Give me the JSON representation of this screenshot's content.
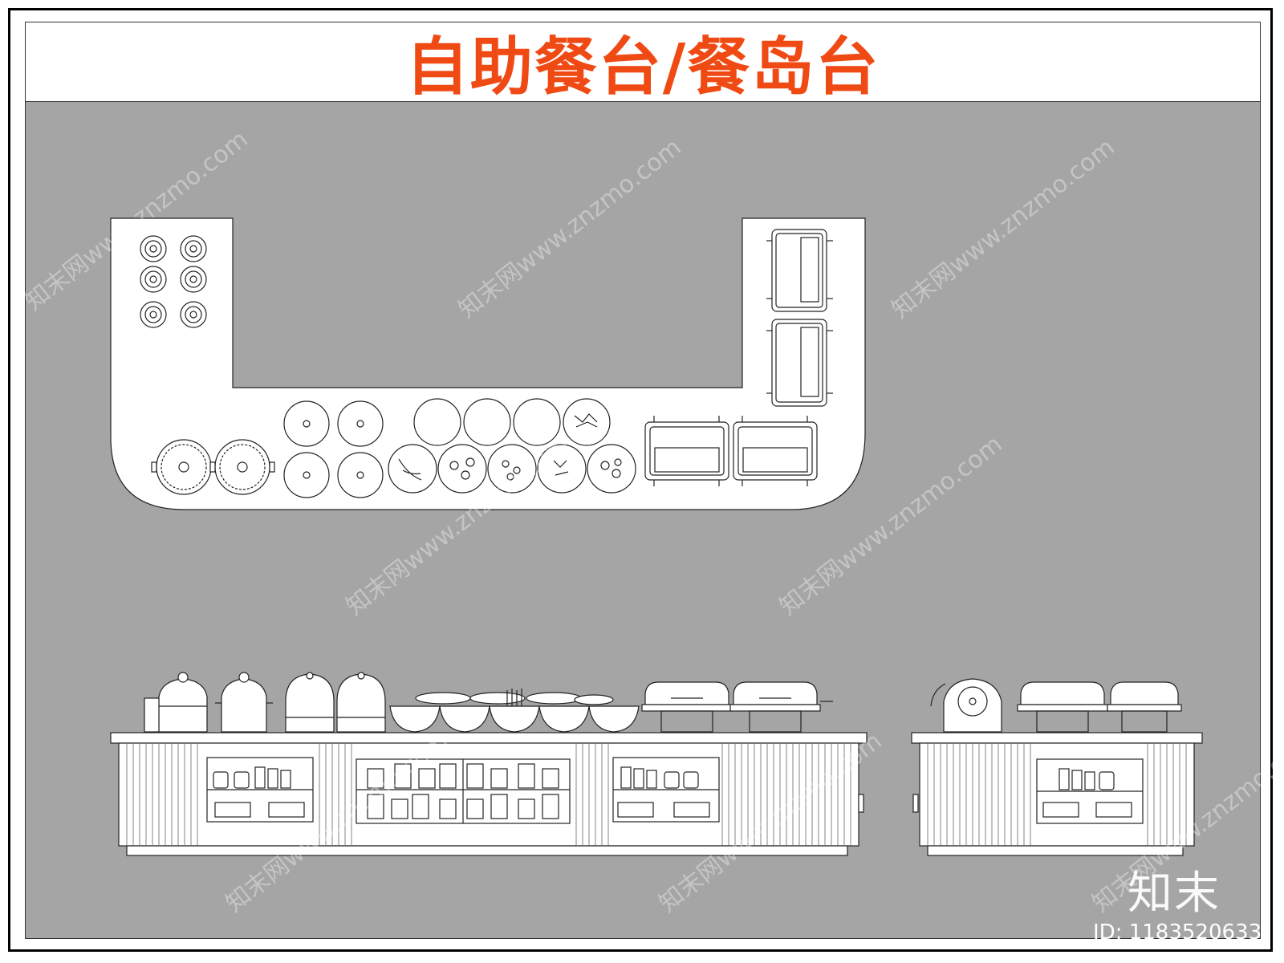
{
  "title": "自助餐台/餐岛台",
  "brand": "知末",
  "watermark": "知末网www.znzmo.com",
  "id_label": "ID: 1183520633",
  "colors": {
    "title": "#f04a14",
    "background": "#a5a5a5",
    "furniture_fill": "#ffffff",
    "line": "#222222"
  }
}
